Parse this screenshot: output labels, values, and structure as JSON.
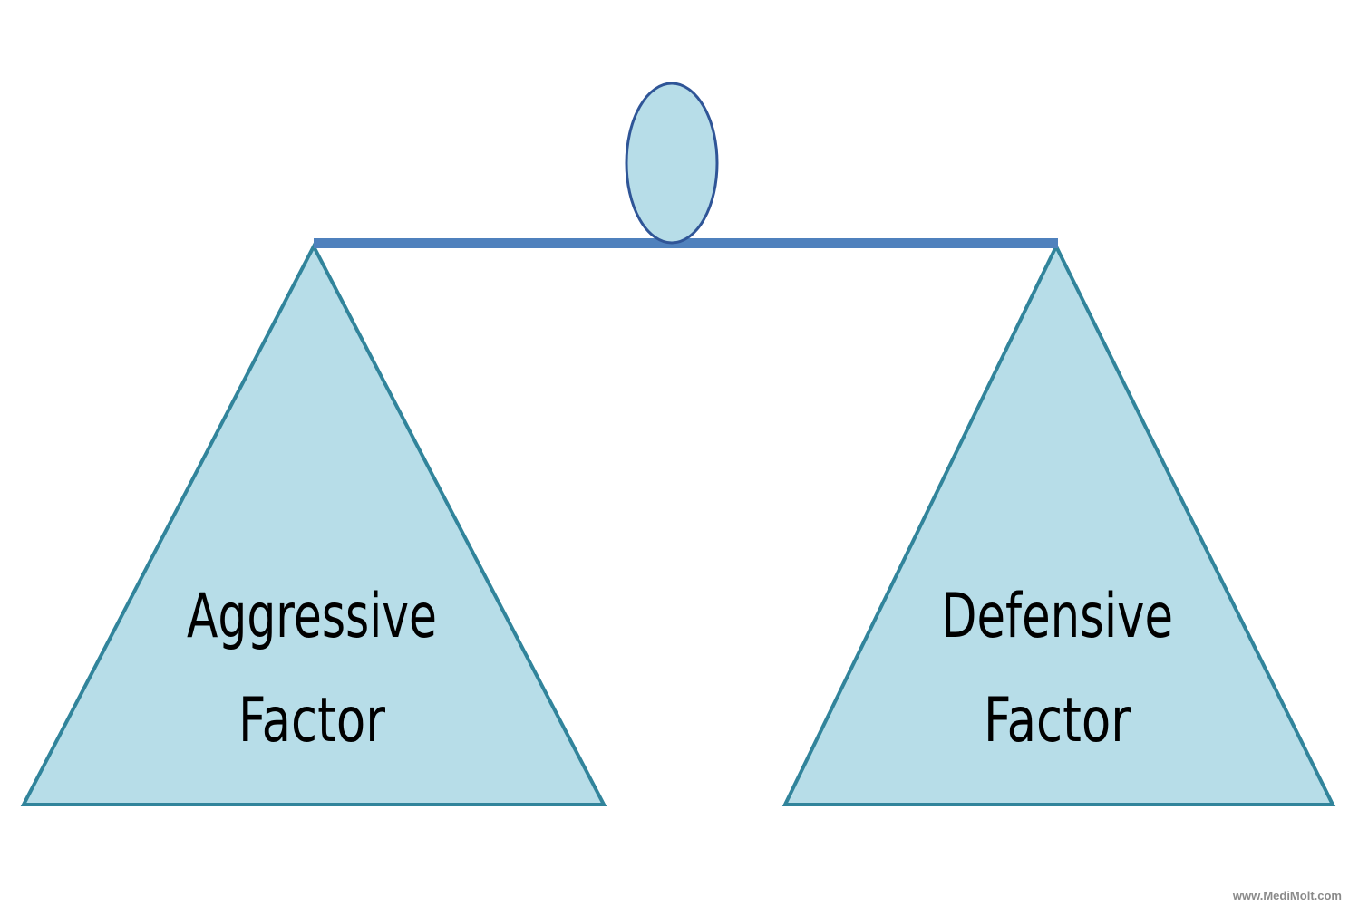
{
  "diagram": {
    "left_weight": {
      "line1": "Aggressive",
      "line2": "Factor"
    },
    "right_weight": {
      "line1": "Defensive",
      "line2": "Factor"
    }
  },
  "colors": {
    "fill": "#b7dde8",
    "beam": "#4f81bd",
    "triangle_stroke": "#31849b",
    "ellipse_stroke": "#2f5597"
  },
  "watermark": "www.MediMolt.com"
}
